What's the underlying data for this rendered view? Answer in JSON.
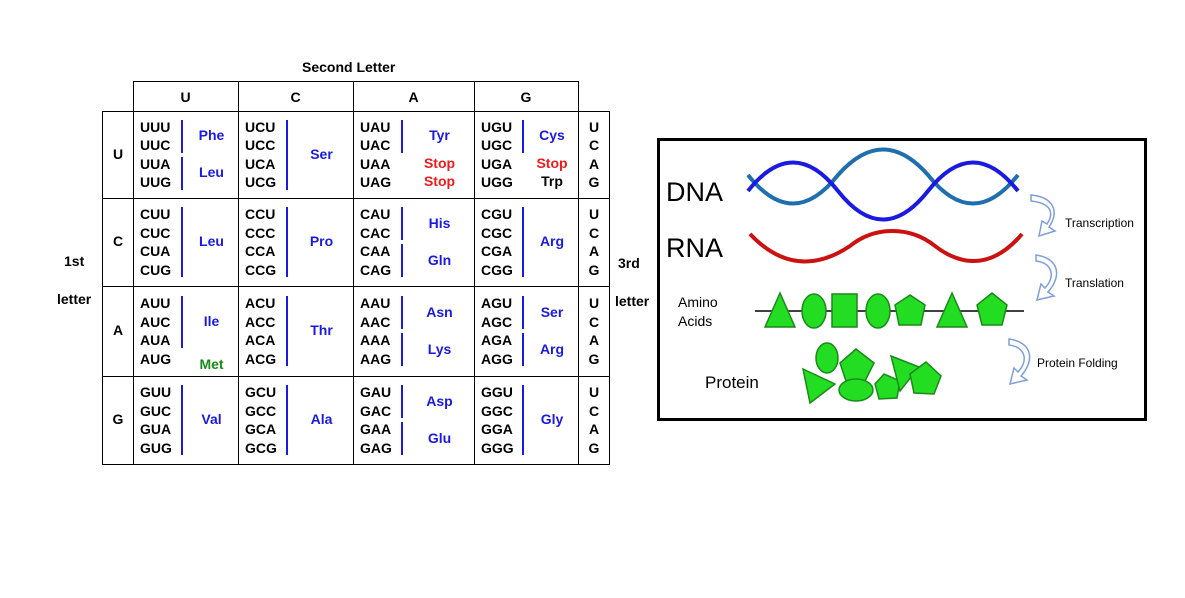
{
  "table": {
    "title": "Second Letter",
    "first_letter_label": [
      "1st",
      "letter"
    ],
    "third_letter_label": [
      "3rd",
      "letter"
    ],
    "columns": [
      "U",
      "C",
      "A",
      "G"
    ],
    "rows": [
      "U",
      "C",
      "A",
      "G"
    ],
    "third_letters": [
      "U",
      "C",
      "A",
      "G"
    ],
    "blocks": [
      [
        {
          "codons": [
            "UUU",
            "UUC",
            "UUA",
            "UUG"
          ],
          "groups": [
            {
              "name": "Phe",
              "color": "blue",
              "span": [
                0,
                1
              ]
            },
            {
              "name": "Leu",
              "color": "blue",
              "span": [
                2,
                3
              ]
            }
          ]
        },
        {
          "codons": [
            "UCU",
            "UCC",
            "UCA",
            "UCG"
          ],
          "groups": [
            {
              "name": "Ser",
              "color": "blue",
              "span": [
                0,
                3
              ]
            }
          ]
        },
        {
          "codons": [
            "UAU",
            "UAC",
            "UAA",
            "UAG"
          ],
          "groups": [
            {
              "name": "Tyr",
              "color": "blue",
              "span": [
                0,
                1
              ]
            },
            {
              "name": "Stop",
              "color": "red",
              "span": [
                2,
                2
              ]
            },
            {
              "name": "Stop",
              "color": "red",
              "span": [
                3,
                3
              ]
            }
          ]
        },
        {
          "codons": [
            "UGU",
            "UGC",
            "UGA",
            "UGG"
          ],
          "groups": [
            {
              "name": "Cys",
              "color": "blue",
              "span": [
                0,
                1
              ]
            },
            {
              "name": "Stop",
              "color": "red",
              "span": [
                2,
                2
              ]
            },
            {
              "name": "Trp",
              "color": "black",
              "span": [
                3,
                3
              ]
            }
          ]
        }
      ],
      [
        {
          "codons": [
            "CUU",
            "CUC",
            "CUA",
            "CUG"
          ],
          "groups": [
            {
              "name": "Leu",
              "color": "blue",
              "span": [
                0,
                3
              ]
            }
          ]
        },
        {
          "codons": [
            "CCU",
            "CCC",
            "CCA",
            "CCG"
          ],
          "groups": [
            {
              "name": "Pro",
              "color": "blue",
              "span": [
                0,
                3
              ]
            }
          ]
        },
        {
          "codons": [
            "CAU",
            "CAC",
            "CAA",
            "CAG"
          ],
          "groups": [
            {
              "name": "His",
              "color": "blue",
              "span": [
                0,
                1
              ]
            },
            {
              "name": "Gln",
              "color": "blue",
              "span": [
                2,
                3
              ]
            }
          ]
        },
        {
          "codons": [
            "CGU",
            "CGC",
            "CGA",
            "CGG"
          ],
          "groups": [
            {
              "name": "Arg",
              "color": "blue",
              "span": [
                0,
                3
              ]
            }
          ]
        }
      ],
      [
        {
          "codons": [
            "AUU",
            "AUC",
            "AUA",
            "AUG"
          ],
          "groups": [
            {
              "name": "Ile",
              "color": "blue",
              "span": [
                0,
                2
              ]
            },
            {
              "name": "Met",
              "color": "green",
              "span": [
                3,
                3
              ]
            }
          ]
        },
        {
          "codons": [
            "ACU",
            "ACC",
            "ACA",
            "ACG"
          ],
          "groups": [
            {
              "name": "Thr",
              "color": "blue",
              "span": [
                0,
                3
              ]
            }
          ]
        },
        {
          "codons": [
            "AAU",
            "AAC",
            "AAA",
            "AAG"
          ],
          "groups": [
            {
              "name": "Asn",
              "color": "blue",
              "span": [
                0,
                1
              ]
            },
            {
              "name": "Lys",
              "color": "blue",
              "span": [
                2,
                3
              ]
            }
          ]
        },
        {
          "codons": [
            "AGU",
            "AGC",
            "AGA",
            "AGG"
          ],
          "groups": [
            {
              "name": "Ser",
              "color": "blue",
              "span": [
                0,
                1
              ]
            },
            {
              "name": "Arg",
              "color": "blue",
              "span": [
                2,
                3
              ]
            }
          ]
        }
      ],
      [
        {
          "codons": [
            "GUU",
            "GUC",
            "GUA",
            "GUG"
          ],
          "groups": [
            {
              "name": "Val",
              "color": "blue",
              "span": [
                0,
                3
              ]
            }
          ]
        },
        {
          "codons": [
            "GCU",
            "GCC",
            "GCA",
            "GCG"
          ],
          "groups": [
            {
              "name": "Ala",
              "color": "blue",
              "span": [
                0,
                3
              ]
            }
          ]
        },
        {
          "codons": [
            "GAU",
            "GAC",
            "GAA",
            "GAG"
          ],
          "groups": [
            {
              "name": "Asp",
              "color": "blue",
              "span": [
                0,
                1
              ]
            },
            {
              "name": "Glu",
              "color": "blue",
              "span": [
                2,
                3
              ]
            }
          ]
        },
        {
          "codons": [
            "GGU",
            "GGC",
            "GGA",
            "GGG"
          ],
          "groups": [
            {
              "name": "Gly",
              "color": "blue",
              "span": [
                0,
                3
              ]
            }
          ]
        }
      ]
    ]
  },
  "diagram": {
    "dna_label": "DNA",
    "rna_label": "RNA",
    "amino_label_1": "Amino",
    "amino_label_2": "Acids",
    "protein_label": "Protein",
    "step_transcription": "Transcription",
    "step_translation": "Translation",
    "step_folding": "Protein Folding",
    "colors": {
      "dna_dark": "#1f6fae",
      "dna_blue": "#1a1ae0",
      "rna": "#cc1111",
      "shape_fill": "#22dd22",
      "arrow": "#7f9fd9"
    }
  }
}
